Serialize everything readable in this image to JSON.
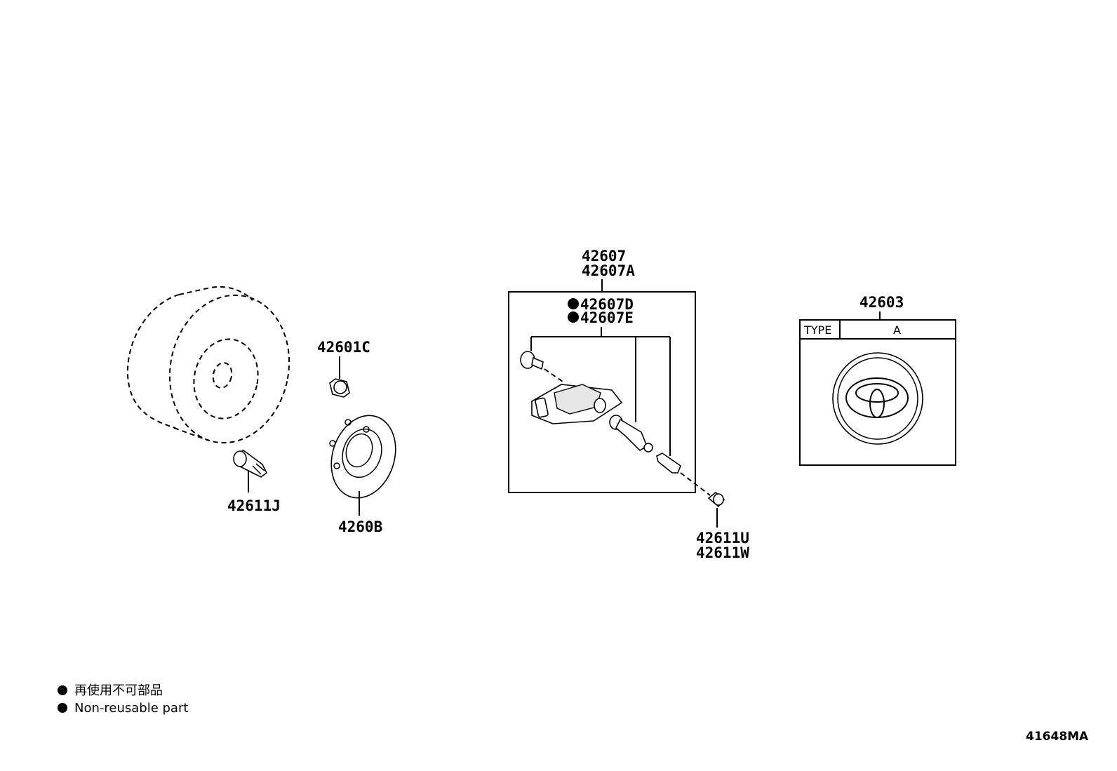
{
  "parts": {
    "p42607": "42607",
    "p42607A": "42607A",
    "p42607D": "42607D",
    "p42607E": "42607E",
    "p42603": "42603",
    "p42601C": "42601C",
    "p42611J": "42611J",
    "p4260B": "4260B",
    "p42611U": "42611U",
    "p42611W": "42611W"
  },
  "type_table": {
    "header_label": "TYPE",
    "type_value": "A"
  },
  "legend": {
    "line_ja": "再使用不可部品",
    "line_en": "Non-reusable part",
    "marker_icon": "filled-circle-icon"
  },
  "diagram_code": "41648MA",
  "colors": {
    "ink": "#000000",
    "background": "#ffffff"
  }
}
